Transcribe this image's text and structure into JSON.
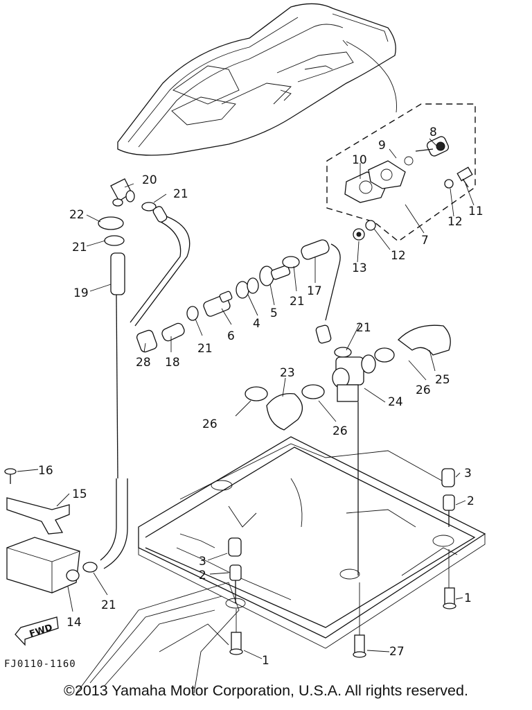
{
  "diagram": {
    "code": "FJ0110-1160",
    "copyright": "©2013 Yamaha Motor Corporation, U.S.A. All rights reserved.",
    "fwd_label": "FWD",
    "callouts": [
      "1",
      "1",
      "2",
      "2",
      "3",
      "3",
      "4",
      "5",
      "6",
      "7",
      "8",
      "9",
      "10",
      "11",
      "12",
      "12",
      "13",
      "14",
      "15",
      "16",
      "17",
      "18",
      "19",
      "20",
      "21",
      "21",
      "21",
      "21",
      "21",
      "21",
      "22",
      "23",
      "24",
      "25",
      "26",
      "26",
      "26",
      "27",
      "28"
    ]
  }
}
